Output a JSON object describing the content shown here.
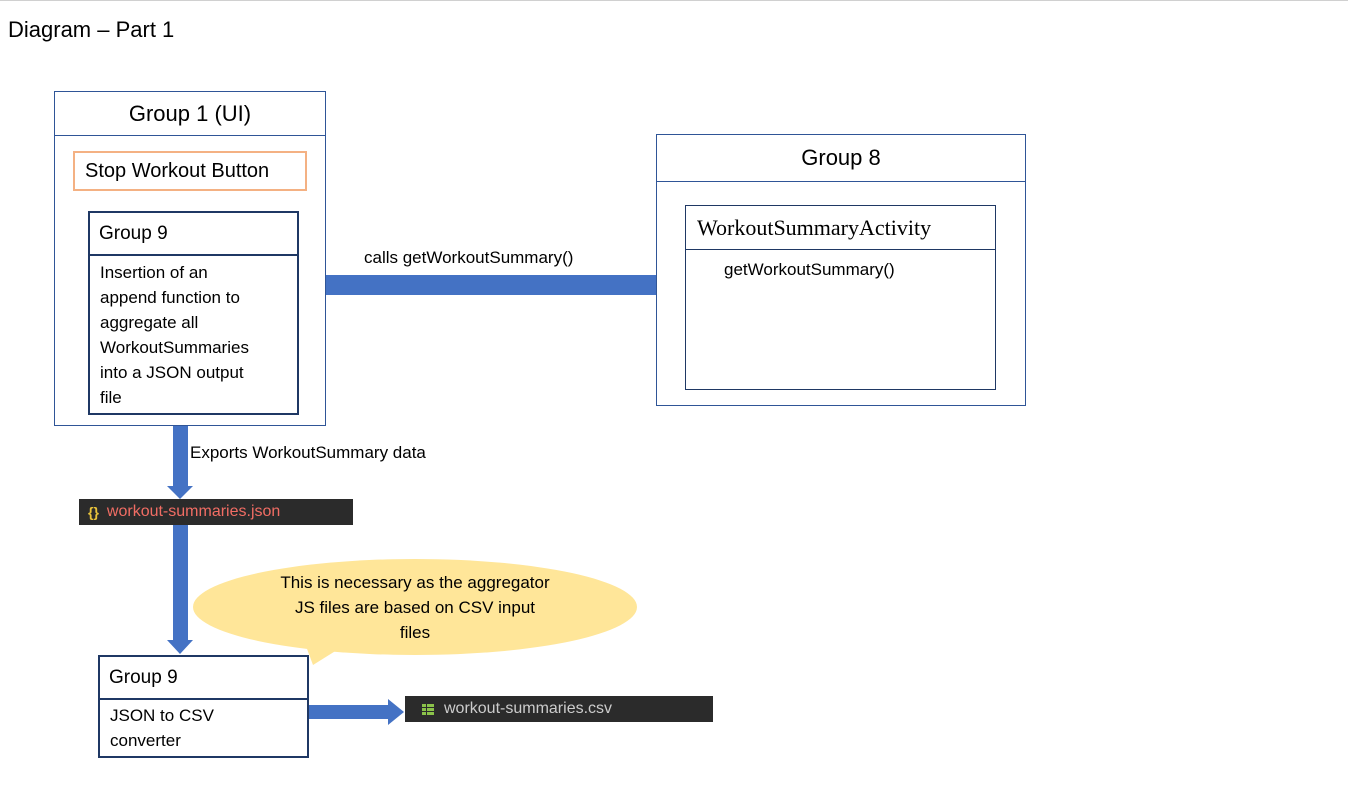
{
  "page": {
    "title": "Diagram – Part 1"
  },
  "group1": {
    "title": "Group 1 (UI)",
    "stop_button": "Stop Workout Button",
    "inner": {
      "title": "Group 9",
      "lines": [
        "Insertion of an",
        "append function to",
        "aggregate all",
        "WorkoutSummaries",
        "into a JSON output",
        "file"
      ]
    }
  },
  "group8": {
    "title": "Group 8",
    "activity": {
      "title": "WorkoutSummaryActivity",
      "method": "getWorkoutSummary()"
    }
  },
  "edges": {
    "calls": "calls getWorkoutSummary()",
    "exports": "Exports WorkoutSummary data"
  },
  "files": {
    "json": {
      "icon": "json-braces-icon",
      "name": "workout-summaries.json",
      "icon_glyph": "{}",
      "color": "#f16d64",
      "icon_color": "#e8c33b"
    },
    "csv": {
      "icon": "csv-table-icon",
      "name": "workout-summaries.csv",
      "color": "#cccccc",
      "icon_color": "#8bc34a"
    }
  },
  "note": {
    "lines": [
      "This is necessary as the aggregator",
      "JS files are based on CSV input",
      "files"
    ]
  },
  "converter": {
    "title": "Group 9",
    "lines": [
      "JSON to CSV",
      "converter"
    ]
  },
  "colors": {
    "arrow": "#4472c4",
    "border_light": "#2f5597",
    "border_dark": "#1f3864",
    "button_border": "#f4b183",
    "bubble": "#ffe699"
  }
}
